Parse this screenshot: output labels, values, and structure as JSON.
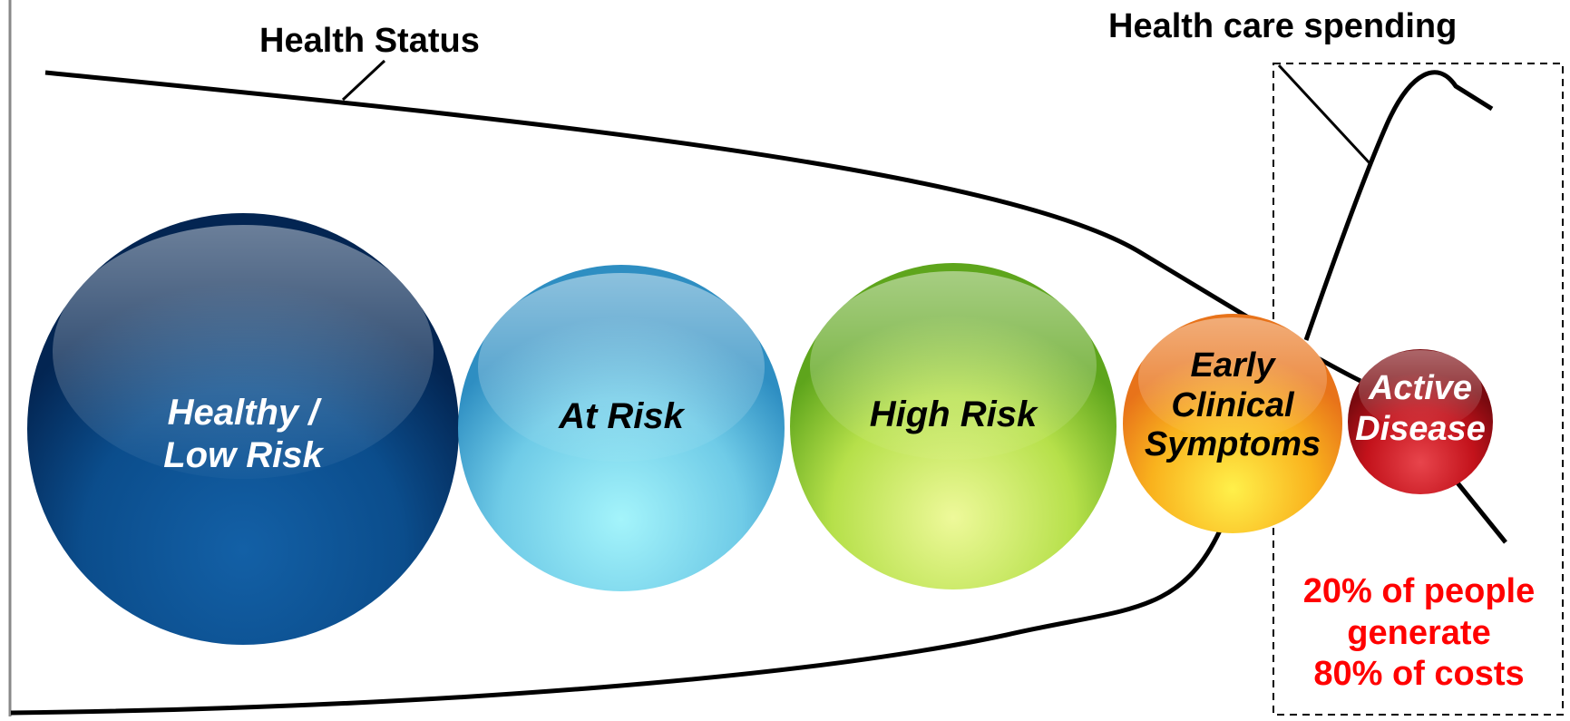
{
  "labels": {
    "health_status": "Health Status",
    "health_care_spending": "Health care spending"
  },
  "spheres": [
    {
      "line1": "Healthy /",
      "line2": "Low Risk",
      "text_color": "#ffffff",
      "base": "#0b4d8c",
      "light": "#3a85c4",
      "dark": "#032552"
    },
    {
      "line1": "At Risk",
      "line2": "",
      "text_color": "#000000",
      "base": "#6fcbe7",
      "light": "#b8f2fb",
      "dark": "#2e8ec2"
    },
    {
      "line1": "High Risk",
      "line2": "",
      "text_color": "#000000",
      "base": "#b6e04a",
      "light": "#eef99a",
      "dark": "#5ea51c"
    },
    {
      "line1": "Early",
      "line2": "Clinical",
      "line3": "Symptoms",
      "text_color": "#000000",
      "base": "#f9b21d",
      "light": "#fff04a",
      "dark": "#e8731a"
    },
    {
      "line1": "Active",
      "line2": "Disease",
      "text_color": "#ffffff",
      "base": "#c3121b",
      "light": "#e65a5e",
      "dark": "#7a0a0f"
    }
  ],
  "costs_note": {
    "line1": "20% of people",
    "line2": "generate",
    "line3": "80% of costs"
  },
  "colors": {
    "accent_red": "#ff0000",
    "line": "#000000"
  }
}
